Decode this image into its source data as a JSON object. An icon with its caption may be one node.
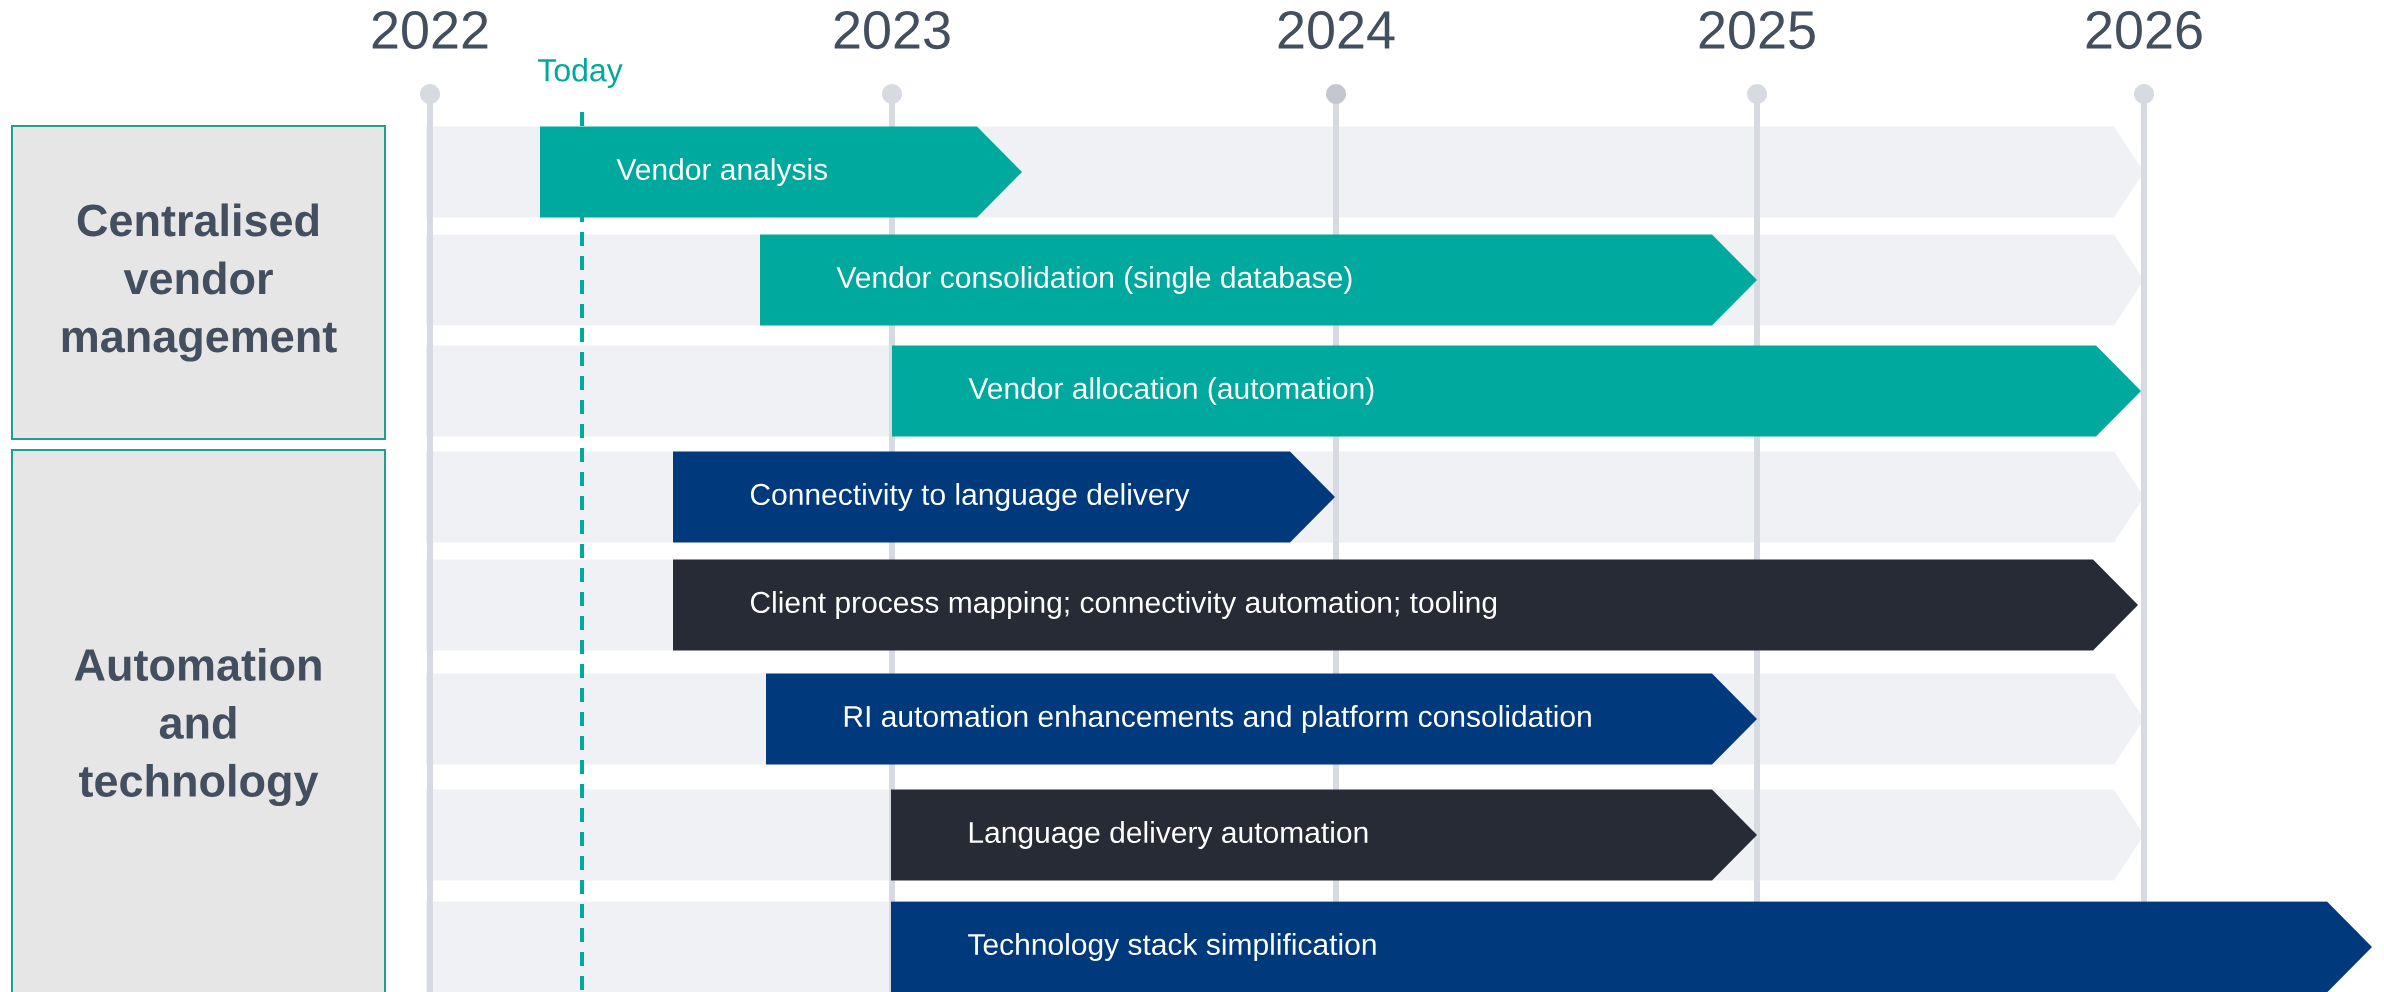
{
  "diagram": {
    "nodes": [
      {
        "text": [
          "Centralised vendor management"
        ]
      },
      {
        "text": [
          "Automation and technology"
        ]
      },
      {
        "text": [
          "Vendor analysis"
        ]
      },
      {
        "text": [
          "Vendor consolidation (single database)"
        ]
      },
      {
        "text": [
          "Vendor allocation (automation)"
        ]
      },
      {
        "text": [
          "Connectivity to language delivery"
        ]
      },
      {
        "text": [
          "Client process mapping; connectivity automation; tooling"
        ]
      },
      {
        "text": [
          "RI automation enhancements and platform consolidation"
        ]
      },
      {
        "text": [
          "Language delivery automation"
        ]
      },
      {
        "text": [
          "Technology stack simplification"
        ]
      }
    ],
    "labels": [
      "2022",
      "2023",
      "2024",
      "2025",
      "2026",
      "Today"
    ]
  }
}
